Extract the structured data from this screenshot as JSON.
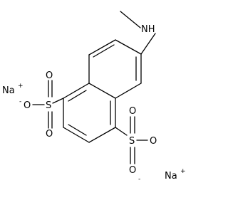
{
  "structure": {
    "atoms": {
      "nh": "NH",
      "s_upper": "S",
      "s_lower": "S",
      "o": "O",
      "minus": "-",
      "na": "Na",
      "plus": "+"
    }
  },
  "colors": {
    "bond": "#000000",
    "text": "#000000",
    "background": "#ffffff"
  }
}
